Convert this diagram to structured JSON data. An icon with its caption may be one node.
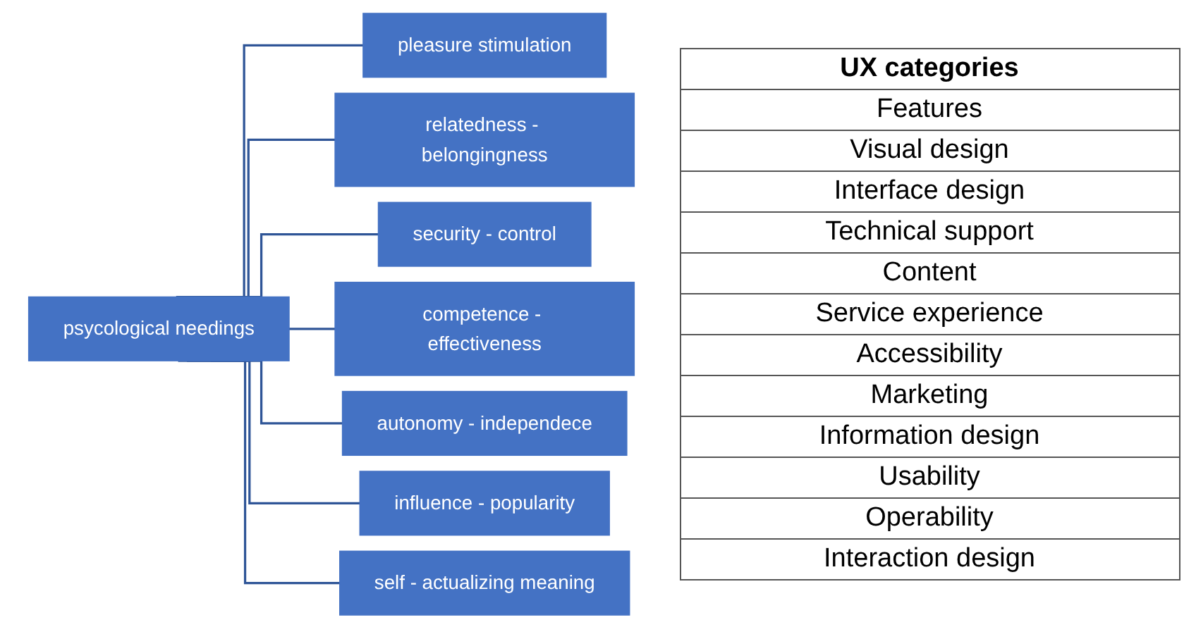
{
  "diagram": {
    "nodes": [
      {
        "text": [
          "psycological needings"
        ]
      },
      {
        "text": [
          "pleasure stimulation"
        ]
      },
      {
        "text": [
          "relatedness - belongingness"
        ]
      },
      {
        "text": [
          "security - control"
        ]
      },
      {
        "text": [
          "competence - effectiveness"
        ]
      },
      {
        "text": [
          "autonomy - independece"
        ]
      },
      {
        "text": [
          "influence - popularity"
        ]
      },
      {
        "text": [
          "self - actualizing meaning"
        ]
      }
    ],
    "edges": [
      {
        "from": 0,
        "to": 1,
        "arrow": "none"
      },
      {
        "from": 0,
        "to": 2,
        "arrow": "none"
      },
      {
        "from": 0,
        "to": 3,
        "arrow": "none"
      },
      {
        "from": 0,
        "to": 4,
        "arrow": "none"
      },
      {
        "from": 0,
        "to": 5,
        "arrow": "none"
      },
      {
        "from": 0,
        "to": 6,
        "arrow": "none"
      },
      {
        "from": 0,
        "to": 7,
        "arrow": "none"
      }
    ],
    "labels": [
      "UX categories",
      "Features",
      "Visual design",
      "Interface design",
      "Technical support",
      "Content",
      "Service experience",
      "Accessibility",
      "Marketing",
      "Information design",
      "Usability",
      "Operability",
      "Interaction design"
    ]
  }
}
